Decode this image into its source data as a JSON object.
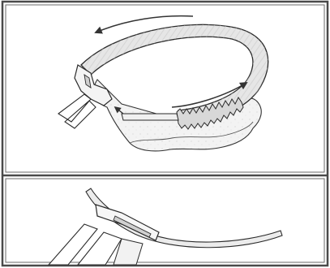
{
  "figure": {
    "panels": [
      {
        "id": "top",
        "content": "tie-wrap-tightening-diagram"
      },
      {
        "id": "bottom",
        "content": "tie-wrap-head-detail"
      }
    ],
    "colors": {
      "frame": "#4a4a4a",
      "line": "#2a2a2a",
      "strap_fill": "#e2e2e2",
      "hatch": "#bdbdbd",
      "background": "#ffffff"
    },
    "icons": [
      "curved-arrow-icon",
      "curved-arrow-icon",
      "small-arrow-icon"
    ]
  }
}
